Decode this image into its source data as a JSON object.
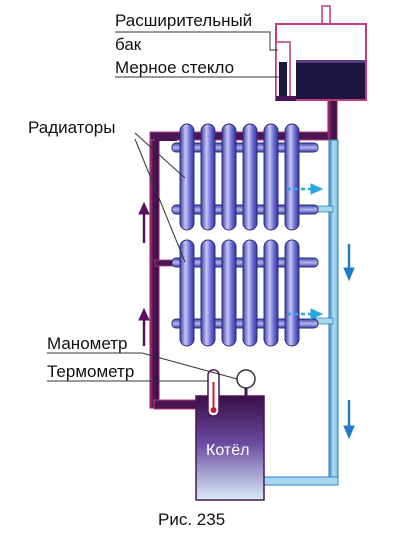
{
  "labels": {
    "tank_line1": "Расширительный",
    "tank_line2": "бак",
    "gauge_glass": "Мерное стекло",
    "radiators": "Радиаторы",
    "manometer": "Манометр",
    "thermometer": "Термометр",
    "boiler": "Котёл"
  },
  "caption": "Рис. 235",
  "colors": {
    "hot_pipe": "#4a1555",
    "hot_pipe_edge": "#c03a7c",
    "cold_pipe": "#8ec6e6",
    "cold_pipe_edge": "#2f86c4",
    "radiator": "#5a5cc8",
    "radiator_highlight": "#c8c8f2",
    "tank_water": "#1c1540",
    "flow_arrow_up": "#5a1060",
    "flow_arrow_down": "#1e7cc8",
    "flow_arrow_out": "#26a9e0"
  }
}
